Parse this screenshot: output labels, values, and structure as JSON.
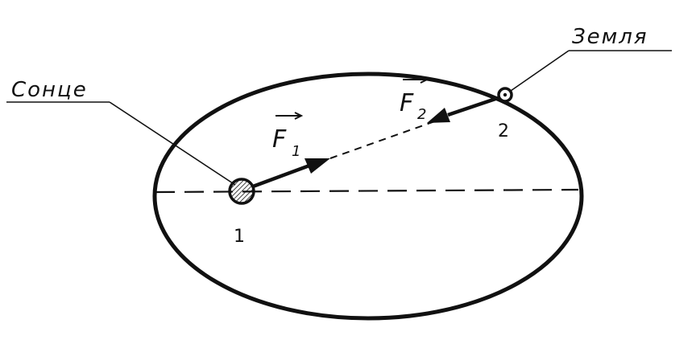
{
  "labels": {
    "sun": "Сонце",
    "earth": "Земля",
    "force1": "F",
    "force1_sub": "1",
    "force2": "F",
    "force2_sub": "2",
    "point1": "1",
    "point2": "2"
  },
  "colors": {
    "ink": "#111111",
    "background": "#ffffff"
  }
}
